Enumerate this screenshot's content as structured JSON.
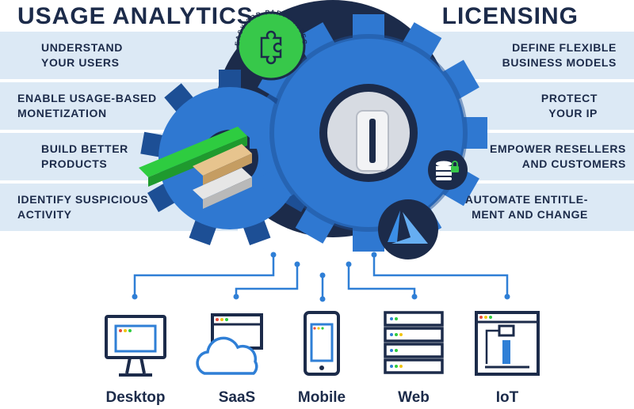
{
  "headings": {
    "left": "USAGE ANALYTICS",
    "right": "LICENSING"
  },
  "usage_items": [
    "UNDERSTAND\nYOUR USERS",
    "ENABLE USAGE-BASED\nMONETIZATION",
    "BUILD BETTER\nPRODUCTS",
    "IDENTIFY SUSPICIOUS\nACTIVITY"
  ],
  "licensing_items": [
    "DEFINE FLEXIBLE\nBUSINESS MODELS",
    "PROTECT\nYOUR IP",
    "EMPOWER RESELLERS\nAND CUSTOMERS",
    "AUTOMATE ENTITLE-\nMENT AND CHANGE"
  ],
  "badge": {
    "text": "EASY 3RD PARTY INTEGRATION",
    "icon": "puzzle-icon"
  },
  "icons": {
    "database": "database-lock-icon",
    "cloud": "azure-icon",
    "keyhole": "keyhole-icon"
  },
  "devices": [
    {
      "label": "Desktop",
      "icon": "desktop-icon"
    },
    {
      "label": "SaaS",
      "icon": "saas-cloud-icon"
    },
    {
      "label": "Mobile",
      "icon": "mobile-icon"
    },
    {
      "label": "Web",
      "icon": "web-server-icon"
    },
    {
      "label": "IoT",
      "icon": "iot-printer-icon"
    }
  ],
  "colors": {
    "gear": "#2f78d1",
    "gear_dark": "#1d4f95",
    "navy": "#1c2b4a",
    "band": "#dce9f5",
    "badge": "#37c84a",
    "connector": "#2f7fd6"
  }
}
